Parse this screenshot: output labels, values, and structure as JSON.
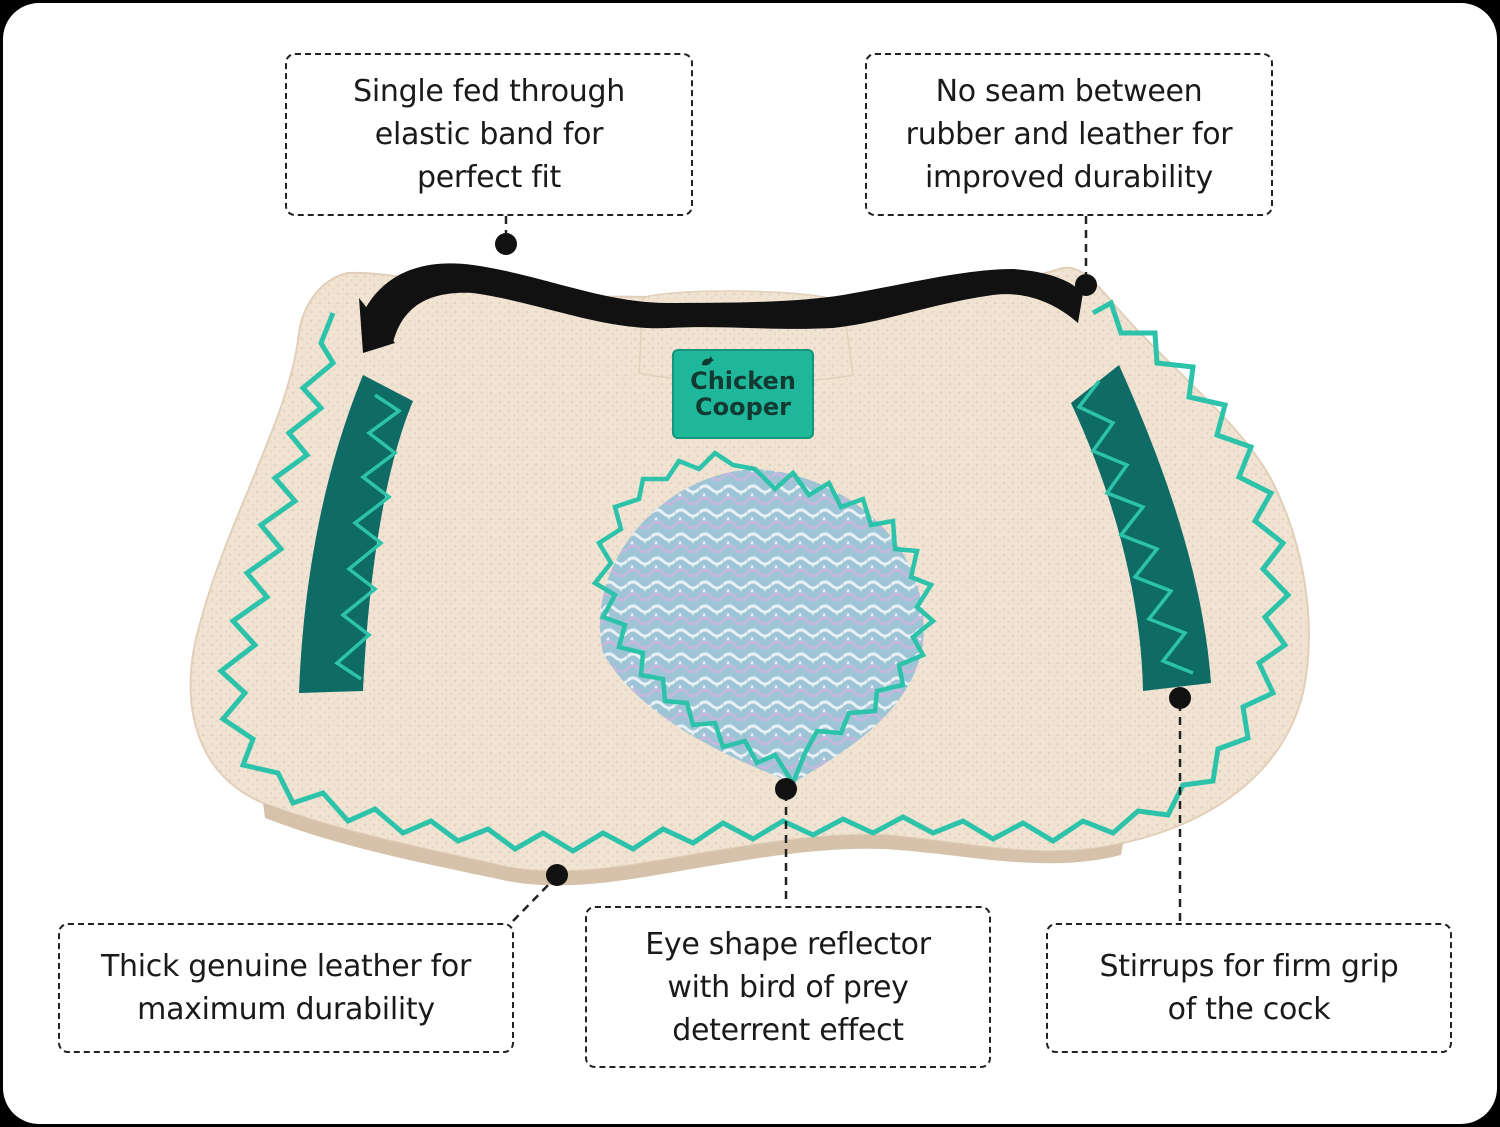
{
  "callouts": {
    "elastic_band": "Single fed through\nelastic band for\nperfect fit",
    "seam": "No seam between\nrubber and leather for\nimproved durability",
    "leather": "Thick genuine leather for\nmaximum durability",
    "reflector": "Eye shape reflector\nwith bird of prey\ndeterrent effect",
    "stirrups": "Stirrups for firm grip\nof the cock"
  },
  "brand": {
    "line1": "Chicken",
    "line2": "Cooper"
  },
  "colors": {
    "leather": "#f1e3d2",
    "stitching": "#2cc3aa",
    "stirrup": "#0f6b66",
    "band": "#111111",
    "brand_badge": "#1fb79a"
  }
}
